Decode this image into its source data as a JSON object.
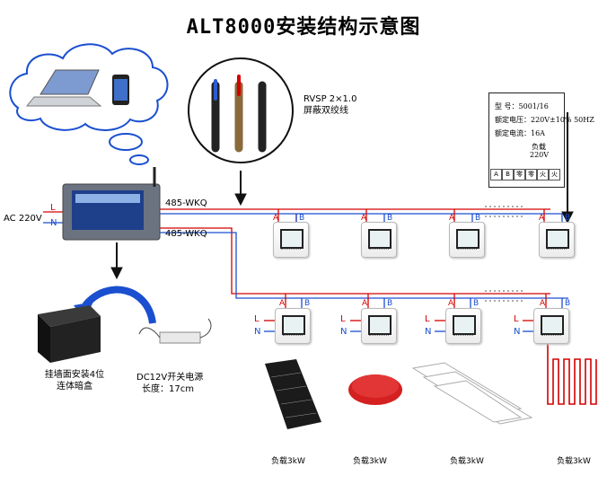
{
  "title": "ALT8000安装结构示意图",
  "power": {
    "label": "AC 220V",
    "l": "L",
    "n": "N"
  },
  "bus": {
    "line1": "485-WKQ",
    "line2": "485-WKQ",
    "a": "A",
    "b": "B"
  },
  "cable": {
    "spec": "RVSP 2×1.0",
    "name": "屏蔽双绞线"
  },
  "nameplate": {
    "model_label": "型  号：",
    "model": "5001/16",
    "voltage_label": "额定电压：",
    "voltage": "220V±10% 50HZ",
    "current_label": "额定电流：",
    "current": "16A",
    "load_label": "负载",
    "load_voltage": "220V",
    "terminals": [
      "A",
      "B",
      "零",
      "零",
      "火",
      "火"
    ]
  },
  "bottom_box": {
    "line1": "挂墙面安装4位",
    "line2": "连体暗盒"
  },
  "psu": {
    "line1": "DC12V开关电源",
    "line2": "长度：17cm"
  },
  "loads": [
    "负载3kW",
    "负载3kW",
    "负载3kW",
    "负载3kW"
  ],
  "colors": {
    "red_wire": "#d40000",
    "blue_wire": "#1a4fd0",
    "arrow": "#111111"
  }
}
